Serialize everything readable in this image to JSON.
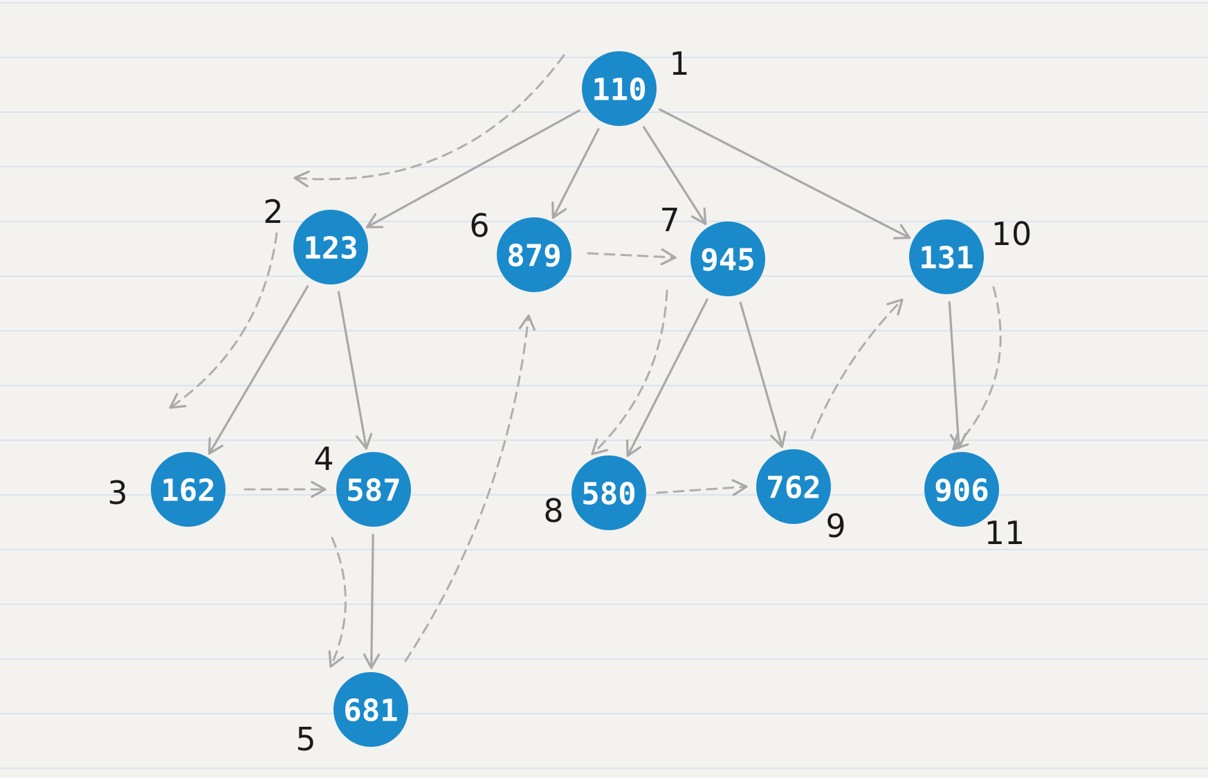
{
  "nodes": [
    {
      "id": "n110",
      "value": "110",
      "order": "1"
    },
    {
      "id": "n123",
      "value": "123",
      "order": "2"
    },
    {
      "id": "n162",
      "value": "162",
      "order": "3"
    },
    {
      "id": "n587",
      "value": "587",
      "order": "4"
    },
    {
      "id": "n681",
      "value": "681",
      "order": "5"
    },
    {
      "id": "n879",
      "value": "879",
      "order": "6"
    },
    {
      "id": "n945",
      "value": "945",
      "order": "7"
    },
    {
      "id": "n580",
      "value": "580",
      "order": "8"
    },
    {
      "id": "n762",
      "value": "762",
      "order": "9"
    },
    {
      "id": "n131",
      "value": "131",
      "order": "10"
    },
    {
      "id": "n906",
      "value": "906",
      "order": "11"
    }
  ],
  "tree_edges": [
    {
      "from": "n110",
      "to": "n123"
    },
    {
      "from": "n110",
      "to": "n879"
    },
    {
      "from": "n110",
      "to": "n945"
    },
    {
      "from": "n110",
      "to": "n131"
    },
    {
      "from": "n123",
      "to": "n162"
    },
    {
      "from": "n123",
      "to": "n587"
    },
    {
      "from": "n587",
      "to": "n681"
    },
    {
      "from": "n945",
      "to": "n580"
    },
    {
      "from": "n945",
      "to": "n762"
    },
    {
      "from": "n131",
      "to": "n906"
    }
  ],
  "traversal_edges": [
    {
      "from": "n110",
      "to": "n123"
    },
    {
      "from": "n123",
      "to": "n162"
    },
    {
      "from": "n162",
      "to": "n587"
    },
    {
      "from": "n587",
      "to": "n681"
    },
    {
      "from": "n681",
      "to": "n879"
    },
    {
      "from": "n879",
      "to": "n945"
    },
    {
      "from": "n945",
      "to": "n580"
    },
    {
      "from": "n580",
      "to": "n762"
    },
    {
      "from": "n762",
      "to": "n131"
    },
    {
      "from": "n131",
      "to": "n906"
    }
  ],
  "colors": {
    "node_fill": "#1a8acb",
    "node_text": "#ffffff",
    "edge": "#a8a8a8",
    "order_label": "#1a1a1a",
    "paper": "#f3f2ee",
    "ruled_line": "#d9e4ef"
  }
}
